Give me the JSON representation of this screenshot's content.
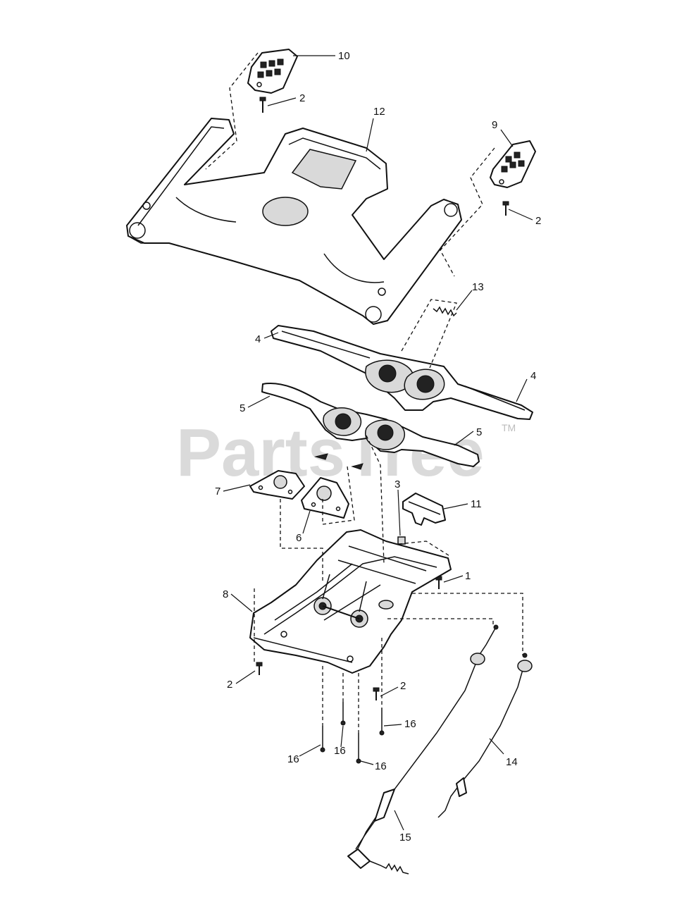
{
  "watermark": {
    "brand": "PartsTree",
    "mark": "TM"
  },
  "callouts": {
    "c1": "1",
    "c2a": "2",
    "c2b": "2",
    "c2c": "2",
    "c2d": "2",
    "c3": "3",
    "c4a": "4",
    "c4b": "4",
    "c5a": "5",
    "c5b": "5",
    "c6": "6",
    "c7": "7",
    "c8": "8",
    "c9": "9",
    "c10": "10",
    "c11": "11",
    "c12": "12",
    "c13": "13",
    "c14": "14",
    "c15": "15",
    "c16a": "16",
    "c16b": "16",
    "c16c": "16",
    "c16d": "16"
  }
}
